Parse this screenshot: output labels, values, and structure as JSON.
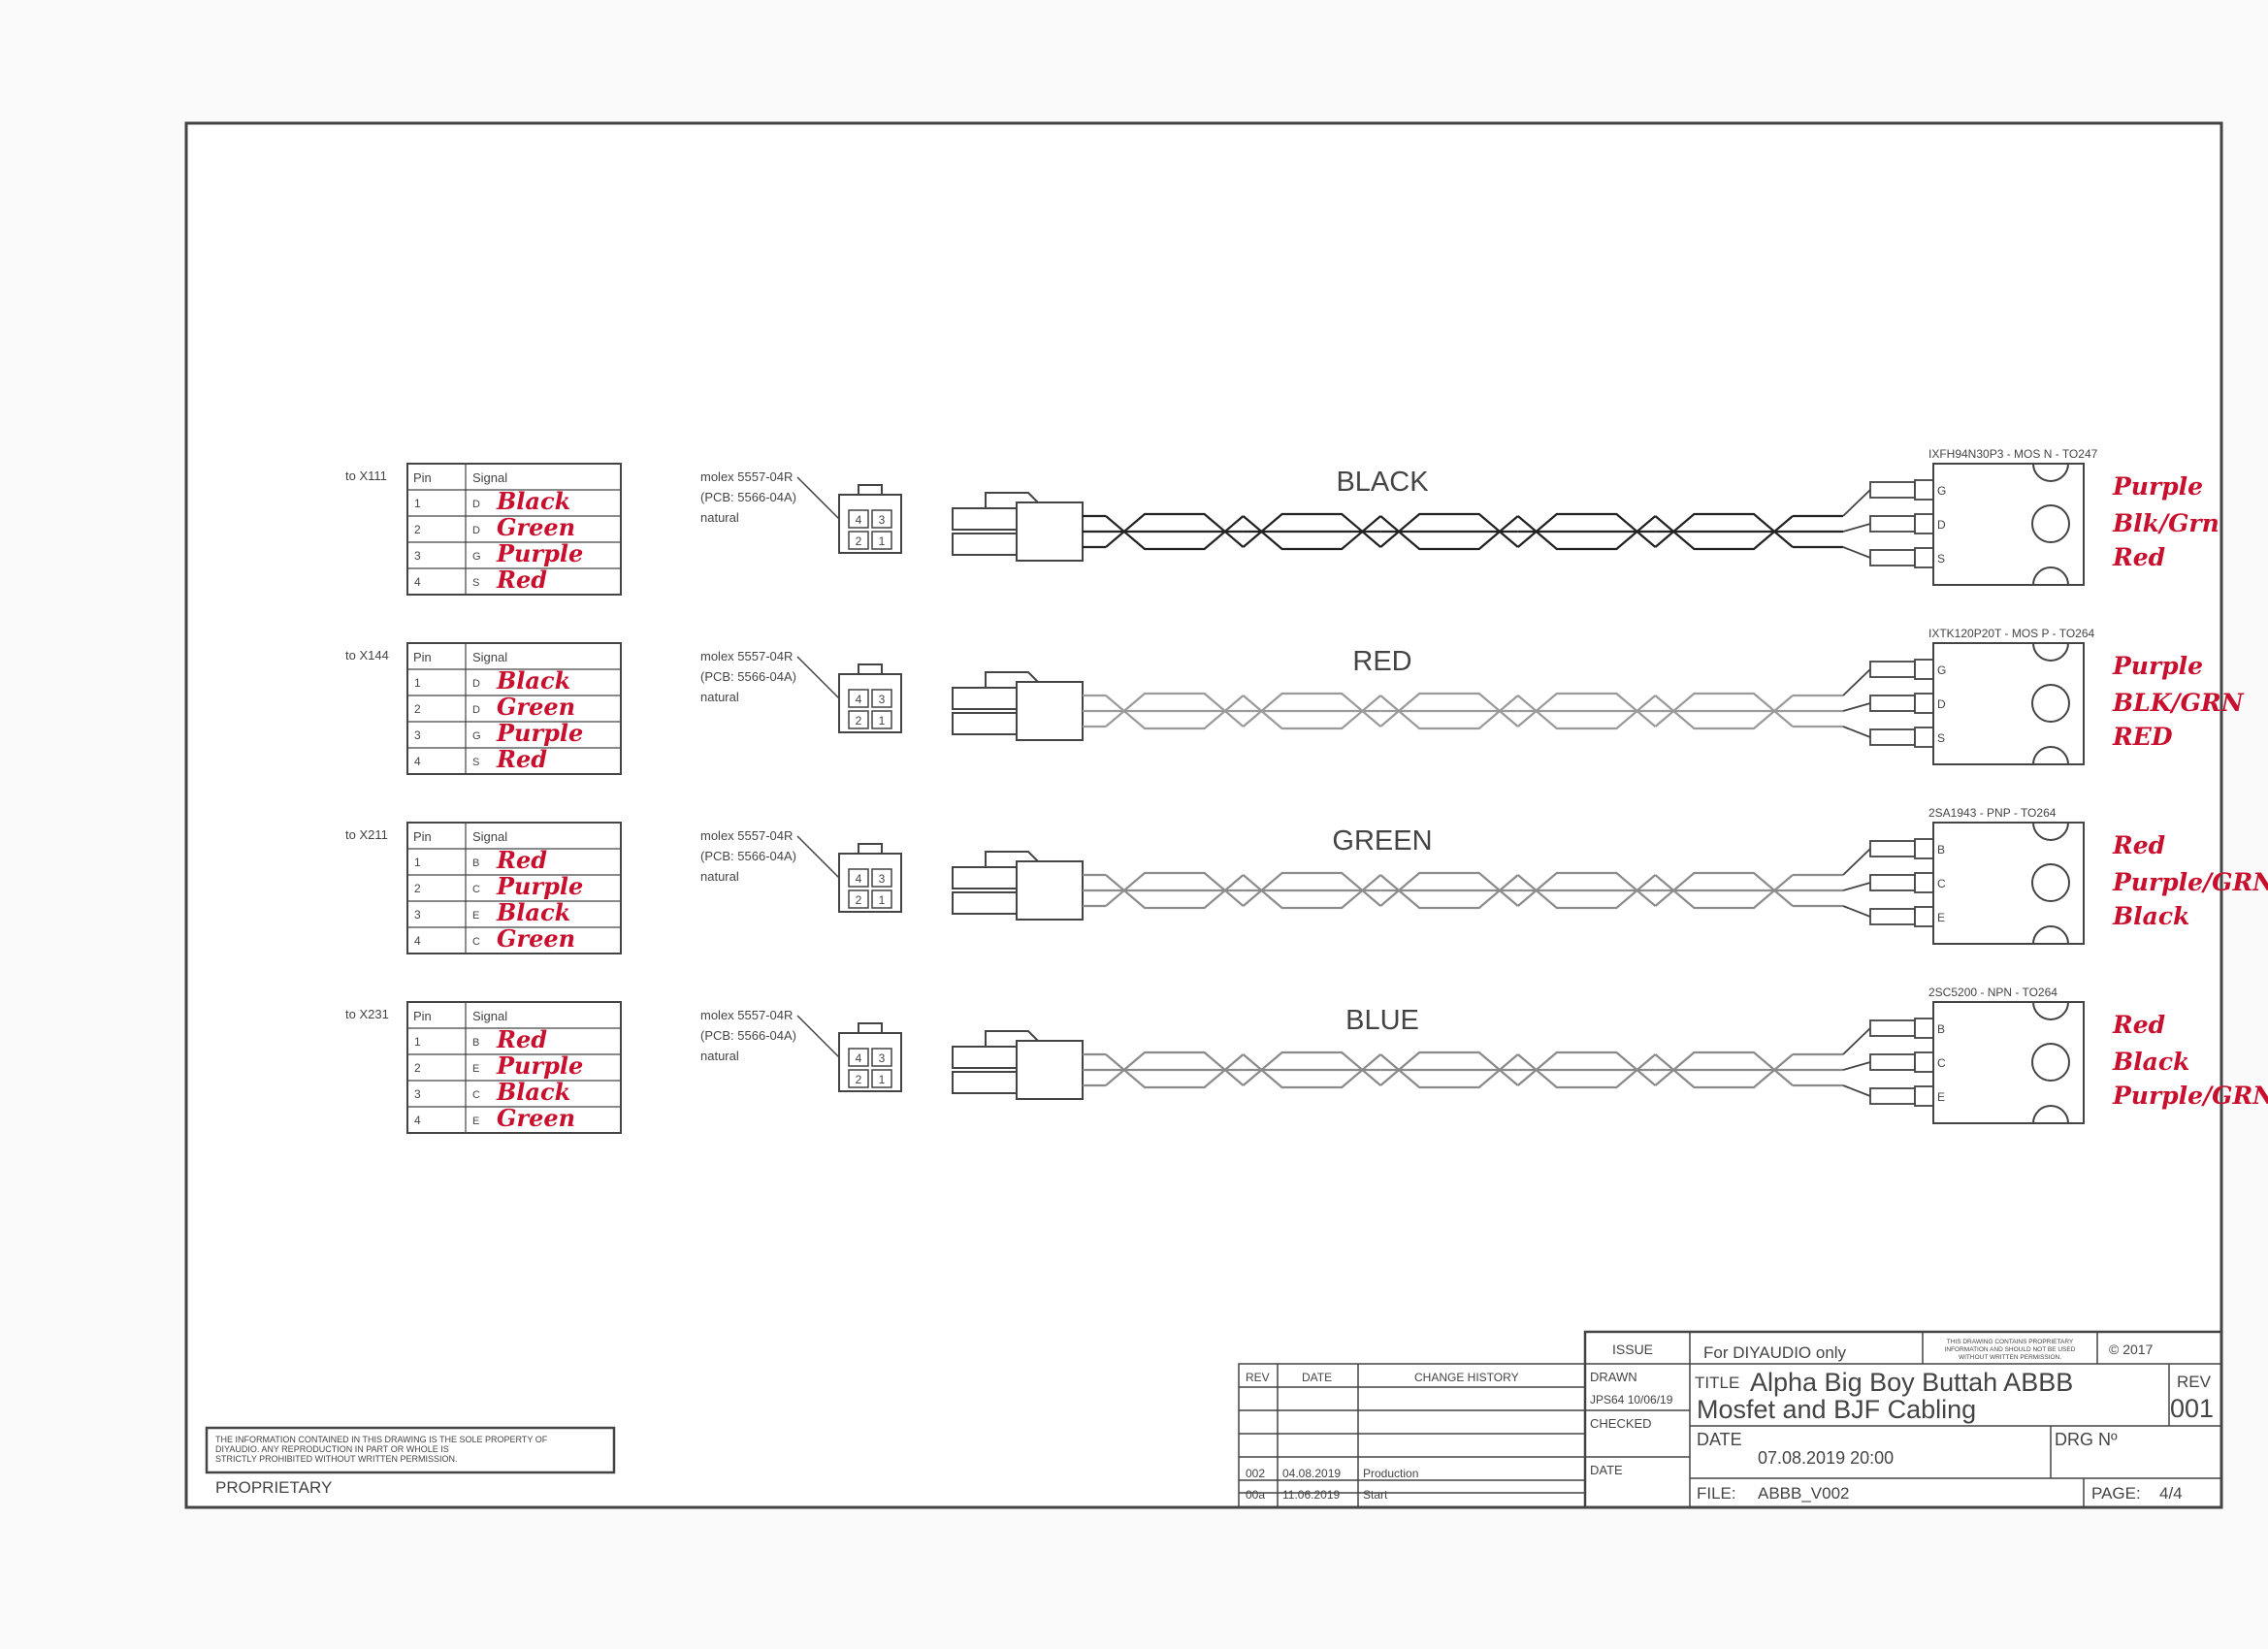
{
  "cables": [
    {
      "target": "to X111",
      "table_headers": [
        "Pin",
        "Signal"
      ],
      "pins": [
        {
          "pin": "1",
          "code": "D",
          "written": "Black"
        },
        {
          "pin": "2",
          "code": "D",
          "written": "Green"
        },
        {
          "pin": "3",
          "code": "G",
          "written": "Purple"
        },
        {
          "pin": "4",
          "code": "S",
          "written": "Red"
        }
      ],
      "connector_lines": [
        "molex 5557-04R",
        "(PCB: 5566-04A)",
        "natural"
      ],
      "connector_pins": [
        "4",
        "3",
        "2",
        "1"
      ],
      "wire_label": "BLACK",
      "wire_color": "#222222",
      "device_name": "IXFH94N30P3 - MOS N - TO247",
      "device_pins": [
        "G",
        "D",
        "S"
      ],
      "device_notes": [
        "Purple",
        "Blk/Grn",
        "Red"
      ]
    },
    {
      "target": "to X144",
      "table_headers": [
        "Pin",
        "Signal"
      ],
      "pins": [
        {
          "pin": "1",
          "code": "D",
          "written": "Black"
        },
        {
          "pin": "2",
          "code": "D",
          "written": "Green"
        },
        {
          "pin": "3",
          "code": "G",
          "written": "Purple"
        },
        {
          "pin": "4",
          "code": "S",
          "written": "Red"
        }
      ],
      "connector_lines": [
        "molex 5557-04R",
        "(PCB: 5566-04A)",
        "natural"
      ],
      "connector_pins": [
        "4",
        "3",
        "2",
        "1"
      ],
      "wire_label": "RED",
      "wire_color": "#9a9a9a",
      "device_name": "IXTK120P20T - MOS P - TO264",
      "device_pins": [
        "G",
        "D",
        "S"
      ],
      "device_notes": [
        "Purple",
        "BLK/GRN",
        "RED"
      ]
    },
    {
      "target": "to X211",
      "table_headers": [
        "Pin",
        "Signal"
      ],
      "pins": [
        {
          "pin": "1",
          "code": "B",
          "written": "Red"
        },
        {
          "pin": "2",
          "code": "C",
          "written": "Purple"
        },
        {
          "pin": "3",
          "code": "E",
          "written": "Black"
        },
        {
          "pin": "4",
          "code": "C",
          "written": "Green"
        }
      ],
      "connector_lines": [
        "molex 5557-04R",
        "(PCB: 5566-04A)",
        "natural"
      ],
      "connector_pins": [
        "4",
        "3",
        "2",
        "1"
      ],
      "wire_label": "GREEN",
      "wire_color": "#8c8c8c",
      "device_name": "2SA1943 - PNP - TO264",
      "device_pins": [
        "B",
        "C",
        "E"
      ],
      "device_notes": [
        "Red",
        "Purple/GRN",
        "Black"
      ]
    },
    {
      "target": "to X231",
      "table_headers": [
        "Pin",
        "Signal"
      ],
      "pins": [
        {
          "pin": "1",
          "code": "B",
          "written": "Red"
        },
        {
          "pin": "2",
          "code": "E",
          "written": "Purple"
        },
        {
          "pin": "3",
          "code": "C",
          "written": "Black"
        },
        {
          "pin": "4",
          "code": "E",
          "written": "Green"
        }
      ],
      "connector_lines": [
        "molex 5557-04R",
        "(PCB: 5566-04A)",
        "natural"
      ],
      "connector_pins": [
        "4",
        "3",
        "2",
        "1"
      ],
      "wire_label": "BLUE",
      "wire_color": "#8a8a8a",
      "device_name": "2SC5200 - NPN - TO264",
      "device_pins": [
        "B",
        "C",
        "E"
      ],
      "device_notes": [
        "Red",
        "Black",
        "Purple/GRN"
      ]
    }
  ],
  "proprietary_notice": [
    "THE INFORMATION CONTAINED IN THIS DRAWING IS THE SOLE PROPERTY OF",
    "DIYAUDIO. ANY REPRODUCTION IN PART OR WHOLE IS",
    "STRICTLY PROHIBITED WITHOUT WRITTEN PERMISSION."
  ],
  "proprietary_label": "PROPRIETARY",
  "history": {
    "headers": [
      "REV",
      "DATE",
      "CHANGE HISTORY"
    ],
    "rows": [
      {
        "rev": "002",
        "date": "04.08.2019",
        "change": "Production"
      },
      {
        "rev": "00a",
        "date": "11.06.2019",
        "change": "Start"
      }
    ]
  },
  "title_block": {
    "issue_label": "ISSUE",
    "issue_value": "For DIYAUDIO only",
    "small_notice": [
      "THIS DRAWING CONTAINS PROPRIETARY",
      "INFORMATION AND SHOULD NOT BE USED",
      "WITHOUT WRITTEN PERMISSION."
    ],
    "copyright": "© 2017",
    "drawn_label": "DRAWN",
    "drawn_value": "JPS64 10/06/19",
    "checked_label": "CHECKED",
    "date_side_label": "DATE",
    "title_label": "TITLE",
    "title_line1": "Alpha Big Boy Buttah ABBB",
    "title_line2": "Mosfet and BJF Cabling",
    "rev_label": "REV",
    "rev_value": "001",
    "date_label": "DATE",
    "date_value": "07.08.2019 20:00",
    "drg_label": "DRG Nº",
    "file_label": "FILE:",
    "file_value": "ABBB_V002",
    "page_label": "PAGE:",
    "page_value": "4/4"
  }
}
